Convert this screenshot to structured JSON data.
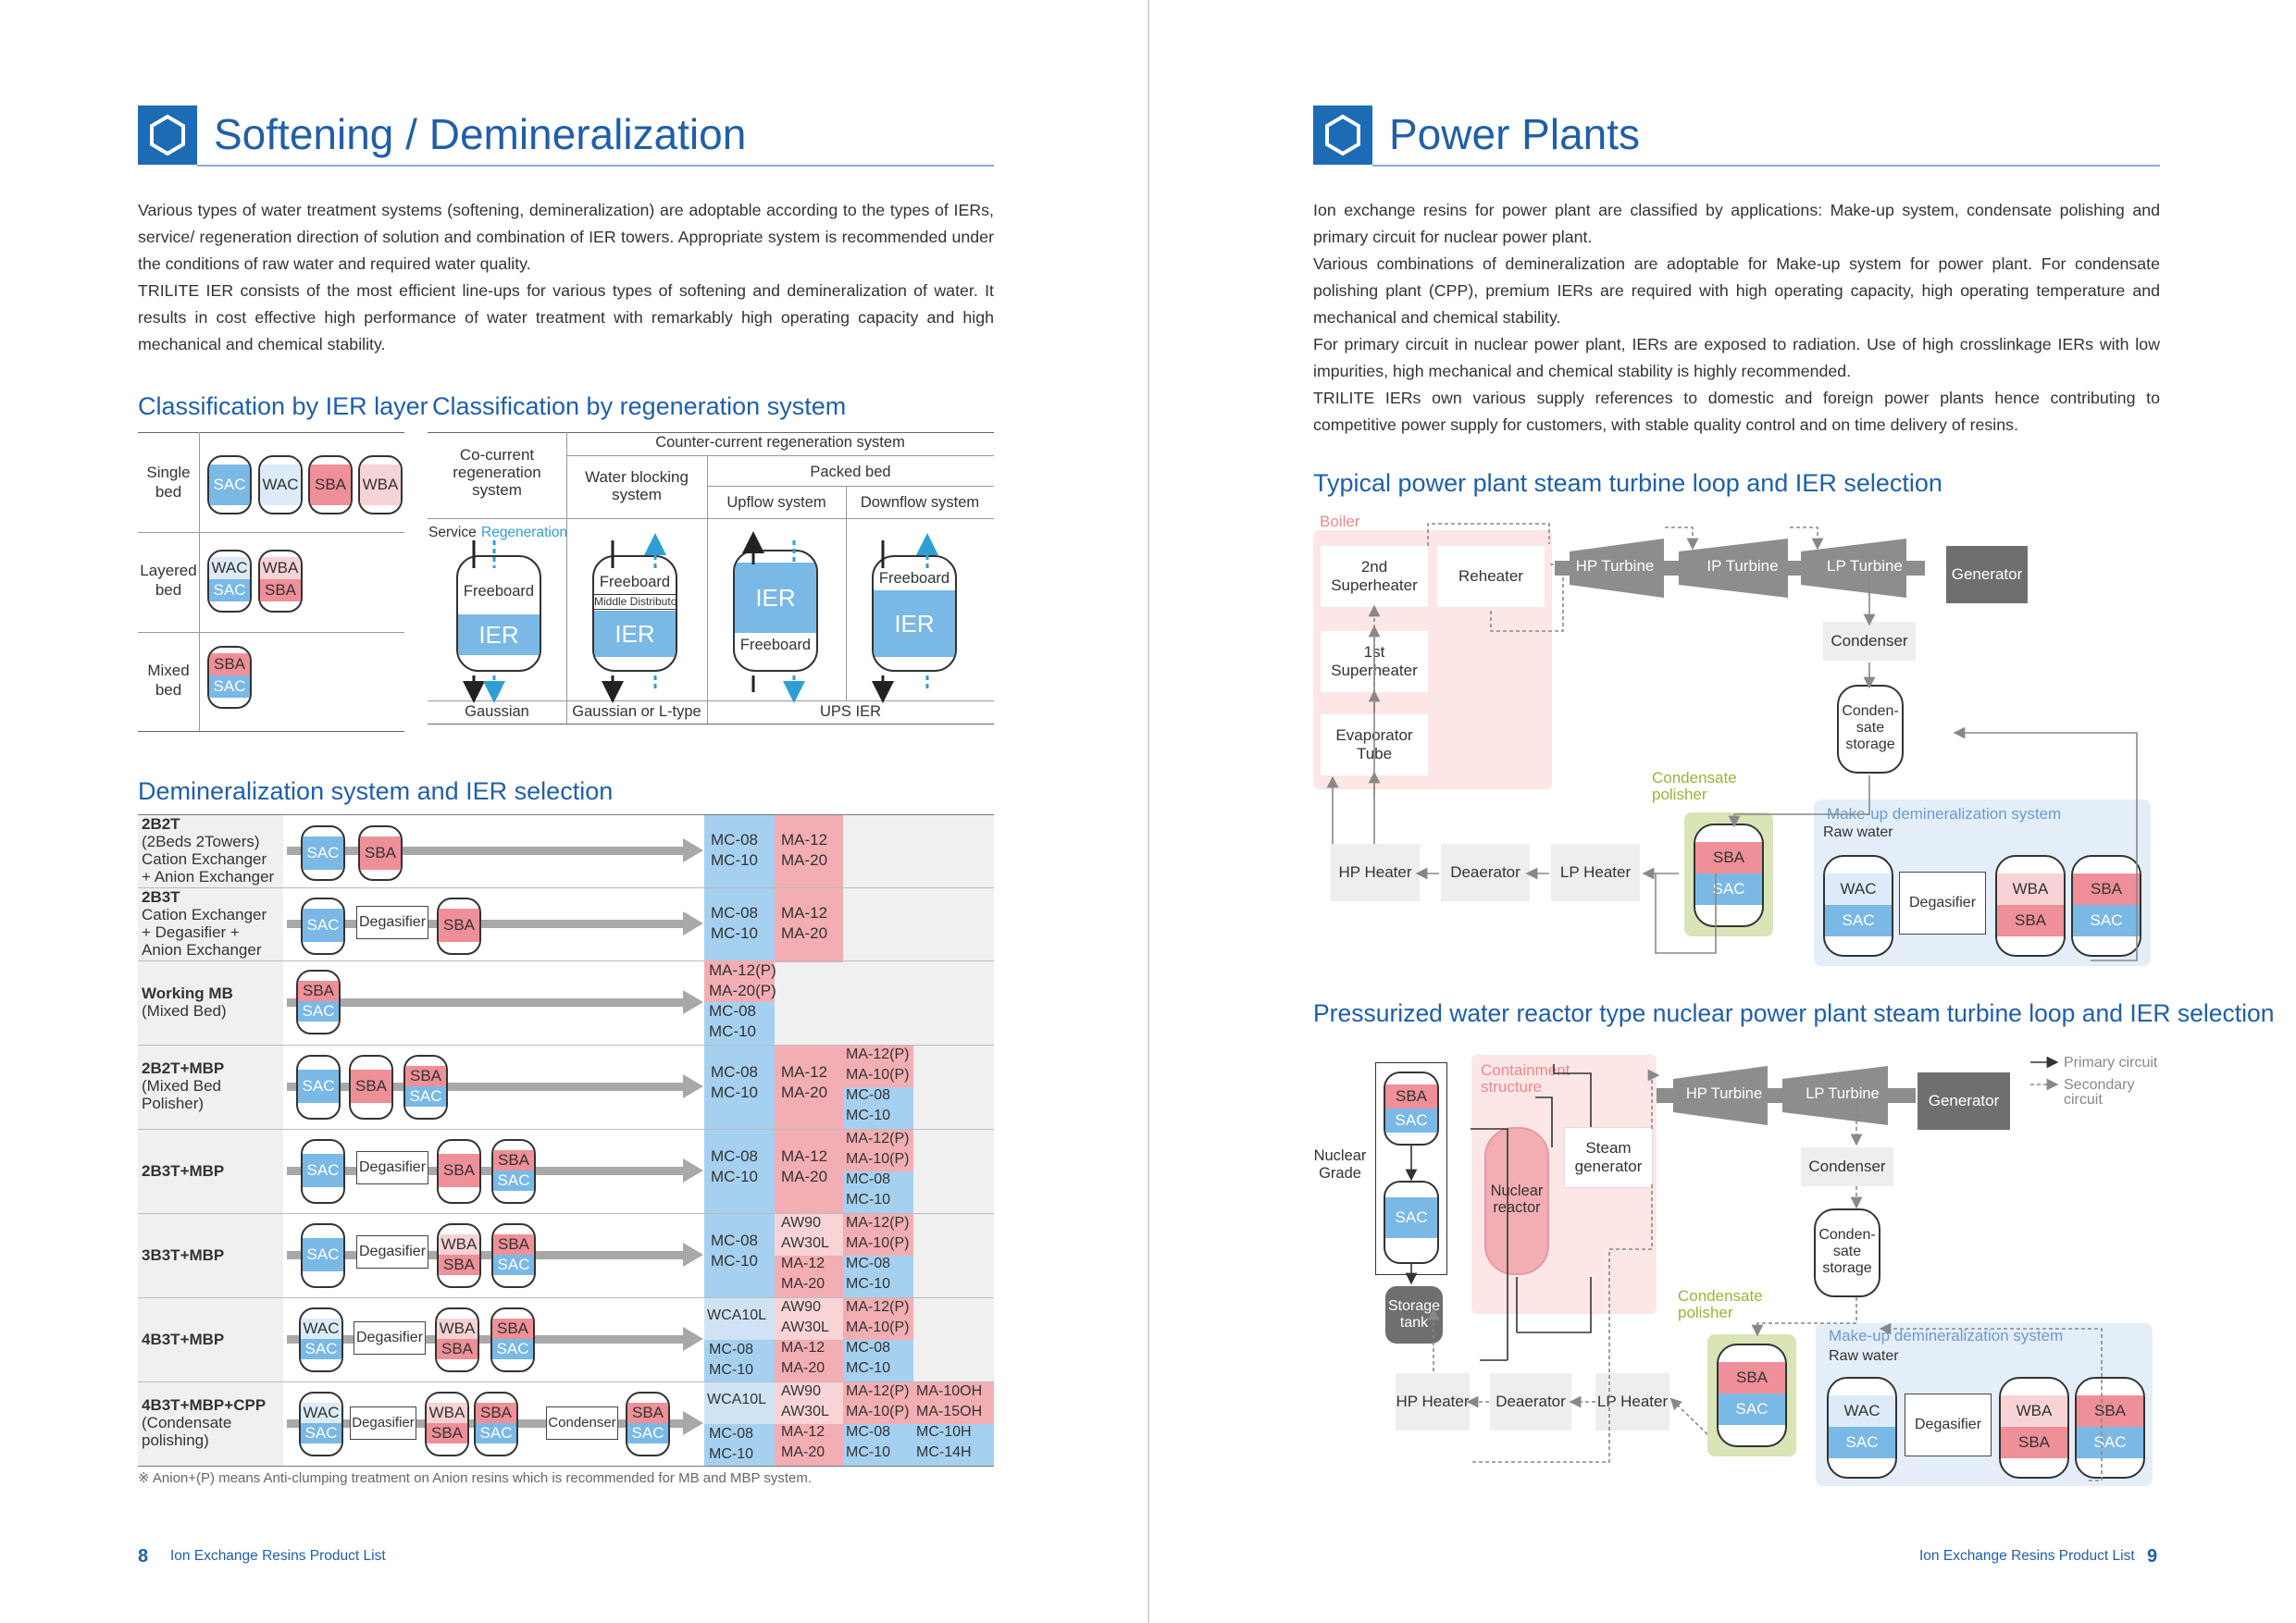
{
  "left": {
    "title": "Softening / Demineralization",
    "intro": [
      "Various types of water treatment systems (softening, demineralization) are adoptable according to the types of IERs, service/ regeneration direction of solution and combination of IER towers. Appropriate system is recommended under the conditions of raw water and required water quality.",
      "TRILITE IER consists of the most efficient line-ups for various types of softening and demineralization of water. It results in cost effective high performance of water treatment with remarkably high operating capacity and high mechanical and chemical stability."
    ],
    "class_layer": {
      "heading": "Classification by IER layer",
      "rows": [
        {
          "label": "Single bed",
          "resins": [
            "SAC",
            "WAC",
            "SBA",
            "WBA"
          ]
        },
        {
          "label": "Layered bed",
          "resins": [
            "WAC",
            "WBA",
            "SAC",
            "SBA"
          ]
        },
        {
          "label": "Mixed bed",
          "resins": [
            "SBA",
            "SAC"
          ]
        }
      ]
    },
    "class_regen": {
      "heading": "Classification by regeneration system",
      "co_current": "Co-current regeneration system",
      "counter_current": "Counter-current regeneration system",
      "water_blocking": "Water blocking system",
      "packed_bed": "Packed bed",
      "upflow": "Upflow system",
      "downflow": "Downflow system",
      "service": "Service",
      "regeneration": "Regeneration",
      "freeboard": "Freeboard",
      "ier": "IER",
      "middle_distributor": "Middle Distributor",
      "bottom": [
        "Gaussian",
        "Gaussian or L-type",
        "UPS IER"
      ]
    },
    "demin": {
      "heading": "Demineralization system and IER selection",
      "degasifier": "Degasifier",
      "condenser": "Condenser",
      "rows": [
        {
          "title": "2B2T",
          "sub": [
            "(2Beds 2Towers)",
            "Cation Exchanger",
            "+ Anion Exchanger"
          ],
          "c1": [
            "MC-08",
            "MC-10"
          ],
          "c2": [
            "MA-12",
            "MA-20"
          ]
        },
        {
          "title": "2B3T",
          "sub": [
            "Cation Exchanger",
            "+ Degasifier +",
            "Anion Exchanger"
          ],
          "c1": [
            "MC-08",
            "MC-10"
          ],
          "c2": [
            "MA-12",
            "MA-20"
          ]
        },
        {
          "title": "Working MB",
          "sub": [
            "(Mixed Bed)"
          ],
          "c1": [
            "MA-12(P)",
            "MA-20(P)",
            "MC-08",
            "MC-10"
          ]
        },
        {
          "title": "2B2T+MBP",
          "sub": [
            "(Mixed Bed",
            " Polisher)"
          ],
          "c1": [
            "MC-08",
            "MC-10"
          ],
          "c2": [
            "MA-12",
            "MA-20"
          ],
          "c3a": [
            "MA-12(P)",
            "MA-10(P)"
          ],
          "c3b": [
            "MC-08",
            "MC-10"
          ]
        },
        {
          "title": "2B3T+MBP",
          "sub": [],
          "c1": [
            "MC-08",
            "MC-10"
          ],
          "c2": [
            "MA-12",
            "MA-20"
          ],
          "c3a": [
            "MA-12(P)",
            "MA-10(P)"
          ],
          "c3b": [
            "MC-08",
            "MC-10"
          ]
        },
        {
          "title": "3B3T+MBP",
          "sub": [],
          "c1": [
            "MC-08",
            "MC-10"
          ],
          "c2a": [
            "AW90",
            "AW30L"
          ],
          "c2b": [
            "MA-12",
            "MA-20"
          ],
          "c3a": [
            "MA-12(P)",
            "MA-10(P)"
          ],
          "c3b": [
            "MC-08",
            "MC-10"
          ]
        },
        {
          "title": "4B3T+MBP",
          "sub": [],
          "c1a": [
            "WCA10L"
          ],
          "c1b": [
            "MC-08",
            "MC-10"
          ],
          "c2a": [
            "AW90",
            "AW30L"
          ],
          "c2b": [
            "MA-12",
            "MA-20"
          ],
          "c3a": [
            "MA-12(P)",
            "MA-10(P)"
          ],
          "c3b": [
            "MC-08",
            "MC-10"
          ]
        },
        {
          "title": "4B3T+MBP+CPP",
          "sub": [
            "(Condensate",
            " polishing)"
          ],
          "c1a": [
            "WCA10L"
          ],
          "c1b": [
            "MC-08",
            "MC-10"
          ],
          "c2a": [
            "AW90",
            "AW30L"
          ],
          "c2b": [
            "MA-12",
            "MA-20"
          ],
          "c3a": [
            "MA-12(P)",
            "MA-10(P)"
          ],
          "c3b": [
            "MC-08",
            "MC-10"
          ],
          "c4a": [
            "MA-10OH",
            "MA-15OH"
          ],
          "c4b": [
            "MC-10H",
            "MC-14H"
          ]
        }
      ],
      "footnote": "※ Anion+(P) means Anti-clumping treatment on Anion resins which is recommended for MB and MBP system."
    },
    "footer": {
      "page": "8",
      "text": "Ion Exchange Resins Product List"
    }
  },
  "right": {
    "title": "Power Plants",
    "intro": [
      "Ion exchange resins for power plant are classified by applications: Make-up system, condensate polishing and primary circuit for nuclear power plant.",
      "Various combinations of demineralization are adoptable for Make-up system for power plant. For condensate polishing plant (CPP), premium IERs are required with high operating capacity, high operating temperature and mechanical and chemical stability.",
      "For primary circuit in nuclear power plant, IERs are exposed to radiation. Use of high crosslinkage IERs with low impurities, high mechanical and chemical stability is highly recommended.",
      "TRILITE IERs own various supply references to domestic and foreign power plants hence contributing to competitive power supply for customers, with stable quality control and on time delivery of resins."
    ],
    "diagram1": {
      "heading": "Typical power plant steam turbine loop and IER selection",
      "boiler": "Boiler",
      "superheater2": "2nd Superheater",
      "reheater": "Reheater",
      "superheater1": "1st Superheater",
      "evap": "Evaporator Tube",
      "hp_turbine": "HP Turbine",
      "ip_turbine": "IP Turbine",
      "lp_turbine": "LP Turbine",
      "generator": "Generator",
      "condenser": "Condenser",
      "storage": "Conden- sate storage",
      "polisher": "Condensate polisher",
      "makeup": "Make-up demineralization system",
      "raw_water": "Raw water",
      "degasifier": "Degasifier",
      "hp_heater": "HP Heater",
      "deaerator": "Deaerator",
      "lp_heater": "LP Heater"
    },
    "diagram2": {
      "heading": "Pressurized water reactor type nuclear power plant steam turbine loop and IER selection",
      "containment": "Containment structure",
      "nuclear_grade": "Nuclear Grade",
      "nuclear_reactor": "Nuclear reactor",
      "steam_gen": "Steam generator",
      "storage_tank": "Storage tank",
      "hp_turbine": "HP Turbine",
      "lp_turbine": "LP Turbine",
      "generator": "Generator",
      "condenser": "Condenser",
      "storage": "Conden- sate storage",
      "polisher": "Condensate polisher",
      "makeup": "Make-up demineralization system",
      "raw_water": "Raw water",
      "degasifier": "Degasifier",
      "hp_heater": "HP Heater",
      "deaerator": "Deaerator",
      "lp_heater": "LP Heater",
      "legend_primary": "Primary circuit",
      "legend_secondary": "Secondary circuit"
    },
    "footer": {
      "page": "9",
      "text": "Ion Exchange Resins Product List"
    }
  },
  "colors": {
    "accent": "#1f5fa8",
    "sac": "#7ab8e6",
    "sba": "#ef8f98",
    "boiler_bg": "#fde6e6",
    "polisher_bg": "#d9e4b7",
    "makeup_bg": "#e4eef9"
  }
}
